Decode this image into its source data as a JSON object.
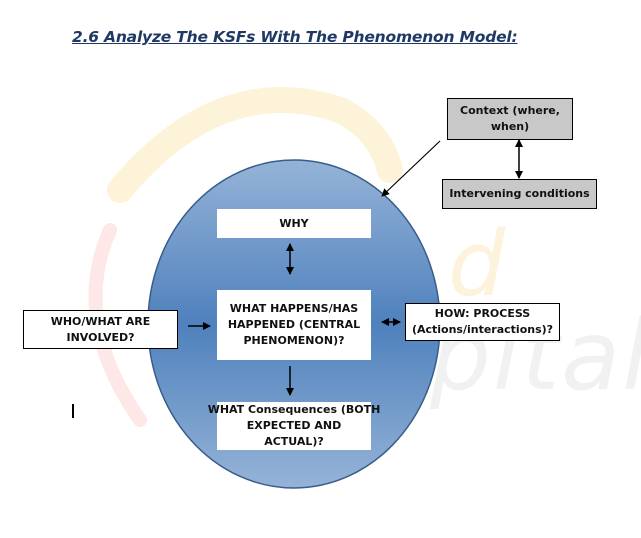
{
  "heading": "2.6 Analyze The KSFs With The Phenomenon Model:",
  "watermark": {
    "text_fragment_1": "d",
    "text_fragment_2": "pital"
  },
  "diagram": {
    "center_shape": "ellipse",
    "fill_top": "#95b3d7",
    "fill_mid": "#4f81bd",
    "fill_bottom": "#95b3d7",
    "outline": "#385d8a",
    "nodes": {
      "why": "WHY",
      "central": [
        "WHAT HAPPENS/HAS",
        "HAPPENED (CENTRAL",
        "PHENOMENON)?"
      ],
      "consequences": [
        "WHAT Consequences (BOTH",
        "EXPECTED AND ACTUAL)?"
      ],
      "who": [
        "WHO/WHAT ARE",
        "INVOLVED?"
      ],
      "how": [
        "HOW: PROCESS",
        "(Actions/interactions)?"
      ],
      "context": [
        "Context (where,",
        "when)"
      ],
      "intervening": "Intervening conditions"
    },
    "connectors": [
      {
        "from": "why",
        "to": "central",
        "type": "bidirectional"
      },
      {
        "from": "central",
        "to": "consequences",
        "type": "directed"
      },
      {
        "from": "who",
        "to": "central",
        "type": "directed"
      },
      {
        "from": "how",
        "to": "central",
        "type": "bidirectional"
      },
      {
        "from": "context",
        "to": "intervening",
        "type": "bidirectional"
      },
      {
        "from": "context",
        "to": "ellipse",
        "type": "directed"
      }
    ]
  }
}
